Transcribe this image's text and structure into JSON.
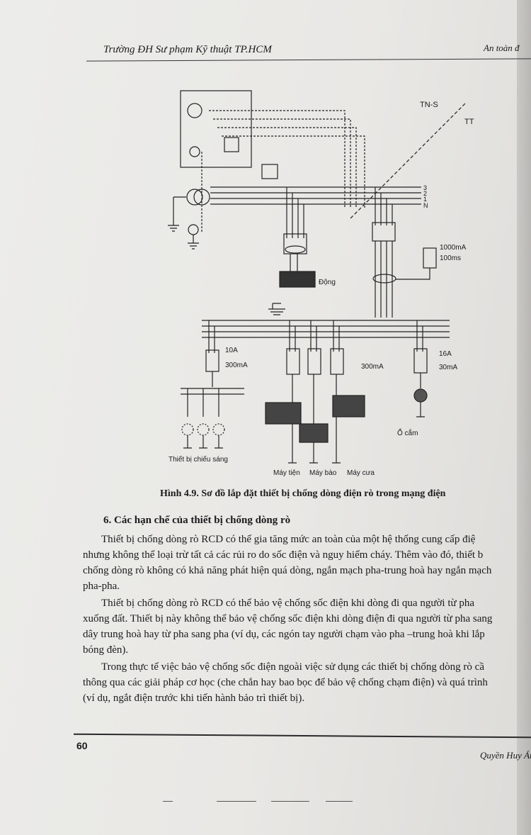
{
  "header": {
    "left": "Trường ĐH Sư phạm Kỹ thuật TP.HCM",
    "right": "An toàn đ"
  },
  "diagram": {
    "network_labels": {
      "tns": "TN-S",
      "tt": "TT"
    },
    "bus_labels": [
      "3",
      "2",
      "1",
      "N"
    ],
    "motor_label": "Động",
    "rcd_main": {
      "current": "1000mA",
      "time": "100ms"
    },
    "rcd_lighting": {
      "rated": "10A",
      "sensitivity": "300mA"
    },
    "rcd_machines": {
      "sensitivity": "300mA"
    },
    "rcd_socket": {
      "rated": "16A",
      "sensitivity": "30mA"
    },
    "lighting_label": "Thiết bị chiếu sáng",
    "socket_label": "Ổ cắm",
    "machine_labels": [
      "Máy tiện",
      "Máy bào",
      "Máy cưa"
    ]
  },
  "caption": "Hình 4.9. Sơ đồ lắp đặt thiết bị chống dòng điện rò trong mạng điện",
  "section_title": "6. Các hạn chế của thiết bị chống dòng rò",
  "paragraphs": [
    {
      "lines": [
        "Thiết bị chống dòng rò RCD có thể gia tăng mức an toàn của một hệ thống cung cấp điệ",
        "nhưng không thể loại trừ tất cả các rủi ro do sốc điện và nguy hiểm cháy. Thêm vào đó, thiết b",
        "chống dòng rò không có khả năng phát hiện quá dòng, ngắn mạch pha-trung hoà hay ngắn mạch",
        "pha-pha."
      ]
    },
    {
      "lines": [
        "Thiết bị chống dòng rò RCD có thể bảo vệ chống sốc điện khi dòng đi qua người từ pha",
        "xuống đất. Thiết bị này không thể bảo vệ chống sốc điện khi dòng điện đi qua người từ pha sang",
        "dây trung hoà hay từ pha sang pha (ví dụ, các ngón tay người chạm vào pha –trung hoà khi lắp",
        "bóng đèn)."
      ]
    },
    {
      "lines": [
        "Trong thực tế việc bảo vệ chống sốc điện ngoài việc sử dụng các thiết bị chống dòng rò cầ",
        "thông qua các giải pháp cơ học (che chắn hay bao bọc để bảo vệ  chống chạm điện) và quá trình",
        "(ví dụ, ngắt điện trước khi tiến hành bảo trì thiết bị)."
      ]
    }
  ],
  "footer": {
    "page_number": "60",
    "author": "Quyền Huy Án"
  }
}
